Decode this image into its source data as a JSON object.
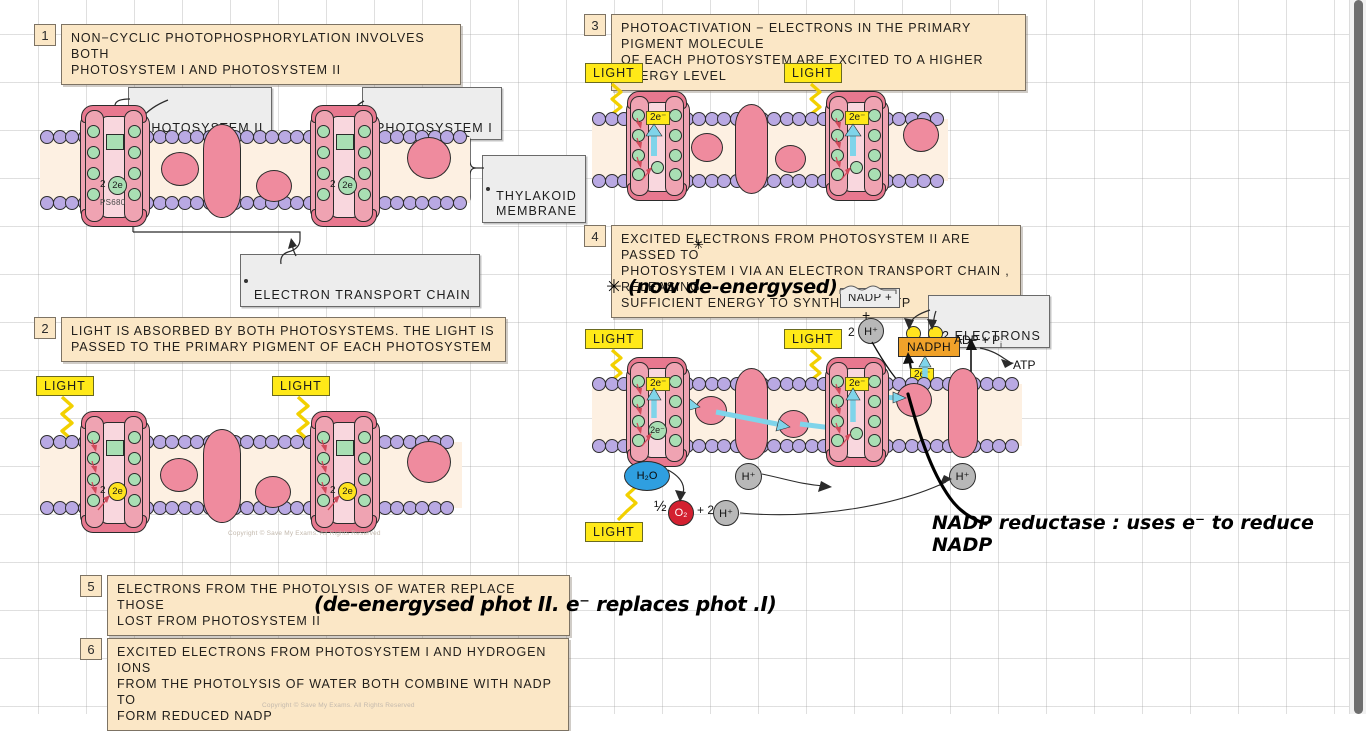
{
  "page": {
    "copyright": "Copyright © Save My Exams. All Rights Reserved",
    "grid_color": "#969696",
    "paper_color": "#ffffff"
  },
  "colors": {
    "step_box_fill": "#fbe7c6",
    "step_box_border": "#7d7364",
    "callout_fill": "#ededed",
    "light_fill": "#ffe918",
    "membrane_head": "#b9a9e3",
    "membrane_core": "#fdf0e2",
    "photosystem": "#efa3b2",
    "pigment": "#a9dfb4",
    "nadph": "#f0a22a",
    "water": "#2f9fe0",
    "oxygen": "#d32030",
    "proton": "#b8b8b8",
    "electron_arrow": "#7fd4ea"
  },
  "steps": [
    {
      "number": "1",
      "text": "NON−CYCLIC  PHOTOPHOSPHORYLATION  INVOLVES  BOTH\nPHOTOSYSTEM I  AND  PHOTOSYSTEM II"
    },
    {
      "number": "2",
      "text": "LIGHT  IS  ABSORBED  BY  BOTH  PHOTOSYSTEMS. THE  LIGHT  IS\nPASSED  TO  THE  PRIMARY  PIGMENT  OF  EACH  PHOTOSYSTEM"
    },
    {
      "number": "3",
      "text": "PHOTOACTIVATION  −  ELECTRONS  IN THE  PRIMARY  PIGMENT  MOLECULE\nOF EACH  PHOTOSYSTEM  ARE  EXCITED  TO  A  HIGHER  ENERGY  LEVEL"
    },
    {
      "number": "4",
      "text": "EXCITED  ELECTRONS  FROM  PHOTOSYSTEM II  ARE  PASSED  TO\nPHOTOSYSTEM I VIA  AN  ELECTRON  TRANSPORT  CHAIN , RELEASING\nSUFFICIENT  ENERGY  TO  SYNTHESISE  ATP"
    },
    {
      "number": "5",
      "text": "ELECTRONS  FROM  THE  PHOTOLYSIS  OF  WATER  REPLACE  THOSE\nLOST  FROM  PHOTOSYSTEM II"
    },
    {
      "number": "6",
      "text": "EXCITED  ELECTRONS  FROM   PHOTOSYSTEM  I  AND  HYDROGEN  IONS\nFROM  THE  PHOTOLYSIS  OF  WATER  BOTH  COMBINE  WITH  NADP  TO\nFORM  REDUCED  NADP"
    }
  ],
  "callouts": {
    "photosystem_2": "PHOTOSYSTEM  II",
    "photosystem_1": "PHOTOSYSTEM  I",
    "thylakoid_membrane": "THYLAKOID\nMEMBRANE",
    "electron_transport_chain": "ELECTRON  TRANSPORT  CHAIN",
    "two_electrons": "2  ELECTRONS"
  },
  "light_labels": {
    "label": "LIGHT"
  },
  "molecules": {
    "two_electrons_circle": "2e",
    "two_electrons_chip": "2e⁻",
    "ps680": "PS680",
    "water": "H₂O",
    "oxygen": "O₂",
    "half": "½",
    "proton": "H⁺",
    "oxygen_equation_plus": "+ 2",
    "nadp_plus": "NADP +",
    "plus_sign": "+",
    "two_protons": "2",
    "nadph": "NADPH",
    "adp_pi": "ADP + P",
    "adp_pi_sub": "i",
    "atp": "ATP"
  },
  "handwriting": {
    "note_de_energised": "✳ (now de-energysed)",
    "note_nadp_reductase": "NADP reductase : uses e⁻  to reduce NADP",
    "note_step5": "(de-energysed phot II. e⁻ replaces phot .I)",
    "star_marker": "✳"
  }
}
